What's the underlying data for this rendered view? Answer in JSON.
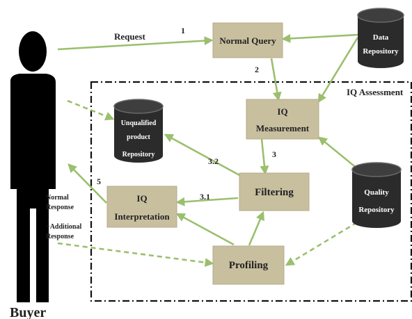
{
  "actor": {
    "label": "Buyer"
  },
  "boxes": {
    "normal_query": "Normal Query",
    "iq_measurement_line1": "IQ",
    "iq_measurement_line2": "Measurement",
    "filtering": "Filtering",
    "iq_interpretation_line1": "IQ",
    "iq_interpretation_line2": "Interpretation",
    "profiling": "Profiling"
  },
  "repositories": {
    "data_line1": "Data",
    "data_line2": "Repository",
    "unqualified_line1": "Unqualified",
    "unqualified_line2": "product",
    "unqualified_line3": "Repository",
    "quality_line1": "Quality",
    "quality_line2": "Repository"
  },
  "region": {
    "label": "IQ Assessment"
  },
  "edge_labels": {
    "request": "Request",
    "step1": "1",
    "step2": "2",
    "step3": "3",
    "step3_1": "3.1",
    "step3_2": "3.2",
    "step5": "5",
    "normal_response_line1": "Normal",
    "normal_response_line2": "Response",
    "additional_response_line1": "+Additional",
    "additional_response_line2": "Response"
  },
  "colors": {
    "box_fill": "#c8bf9f",
    "arrow": "#9bbf6e",
    "cylinder": "#2b2b2b",
    "person": "#000000"
  }
}
